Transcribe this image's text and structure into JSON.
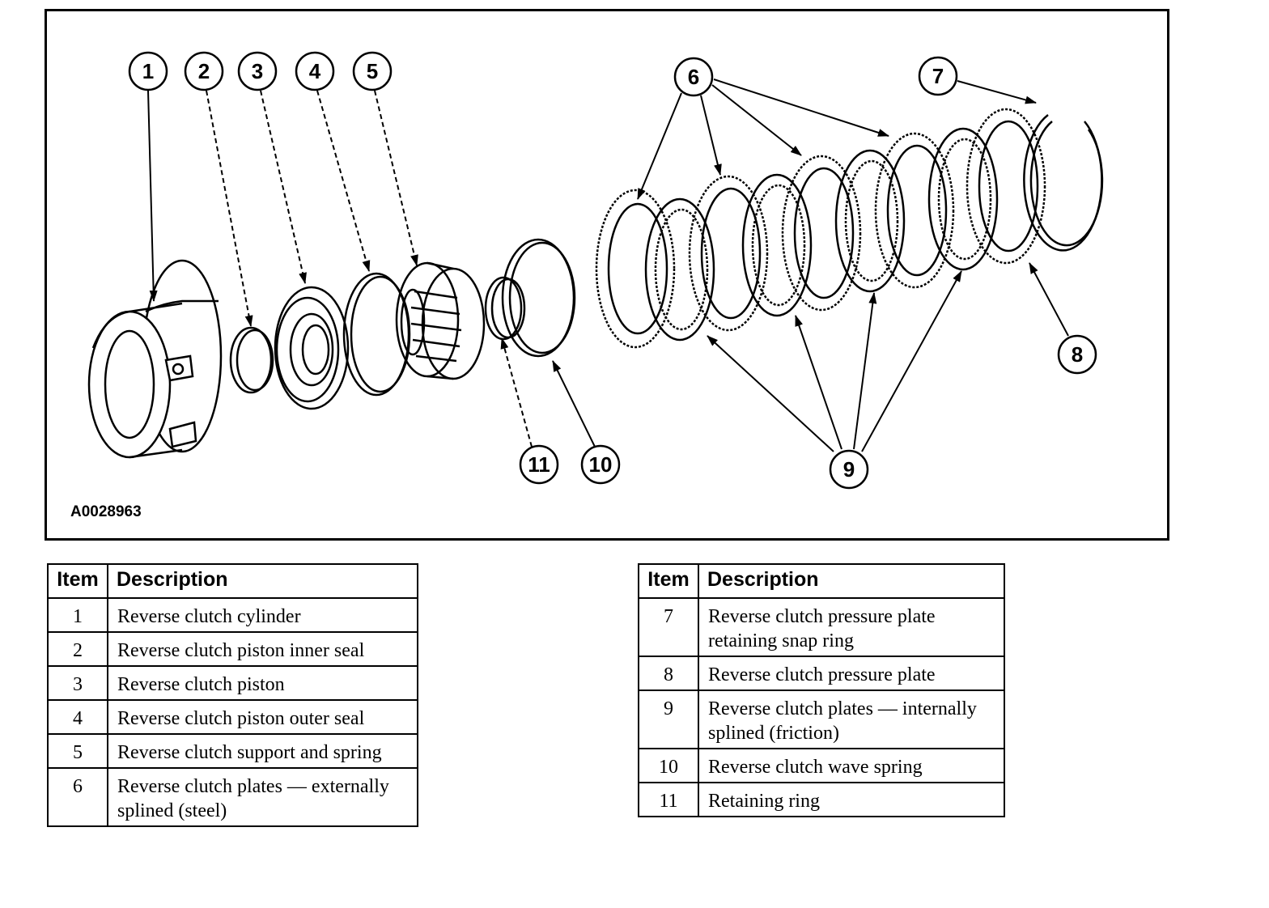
{
  "diagram": {
    "figure_code": "A0028963",
    "callouts": [
      "1",
      "2",
      "3",
      "4",
      "5",
      "6",
      "7",
      "8",
      "9",
      "10",
      "11"
    ]
  },
  "legend": {
    "header_item": "Item",
    "header_description": "Description",
    "items": [
      {
        "num": "1",
        "desc": "Reverse clutch cylinder"
      },
      {
        "num": "2",
        "desc": "Reverse clutch piston inner seal"
      },
      {
        "num": "3",
        "desc": "Reverse clutch piston"
      },
      {
        "num": "4",
        "desc": "Reverse clutch piston outer seal"
      },
      {
        "num": "5",
        "desc": "Reverse clutch support and spring"
      },
      {
        "num": "6",
        "desc": "Reverse clutch plates — externally splined (steel)"
      },
      {
        "num": "7",
        "desc": "Reverse clutch pressure plate retaining snap ring"
      },
      {
        "num": "8",
        "desc": "Reverse clutch pressure plate"
      },
      {
        "num": "9",
        "desc": "Reverse clutch plates — internally splined (friction)"
      },
      {
        "num": "10",
        "desc": "Reverse clutch wave spring"
      },
      {
        "num": "11",
        "desc": "Retaining ring"
      }
    ]
  }
}
